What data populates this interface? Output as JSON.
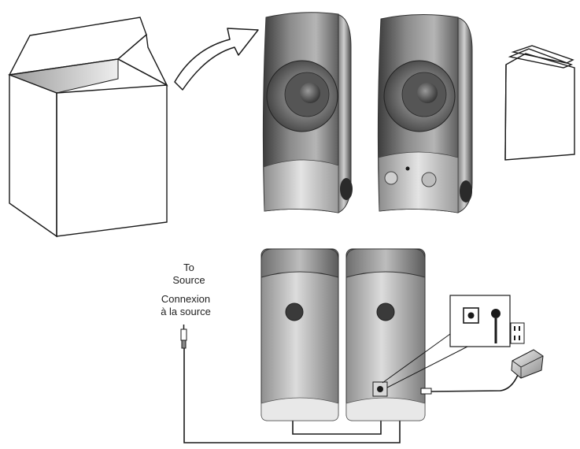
{
  "labels": {
    "source_line1": "To",
    "source_line2": "Source",
    "source_fr_line1": "Connexion",
    "source_fr_line2": "à la source"
  },
  "icons": {
    "box": "open-box-icon",
    "arrow": "curved-arrow-icon",
    "speakers": "speaker-icon",
    "manual": "booklet-icon",
    "adapter": "power-adapter-icon",
    "outlet": "wall-outlet-icon"
  },
  "colors": {
    "ink": "#1a1a1a",
    "speaker_dark": "#5a5a5a",
    "speaker_light": "#d9d9d9"
  }
}
